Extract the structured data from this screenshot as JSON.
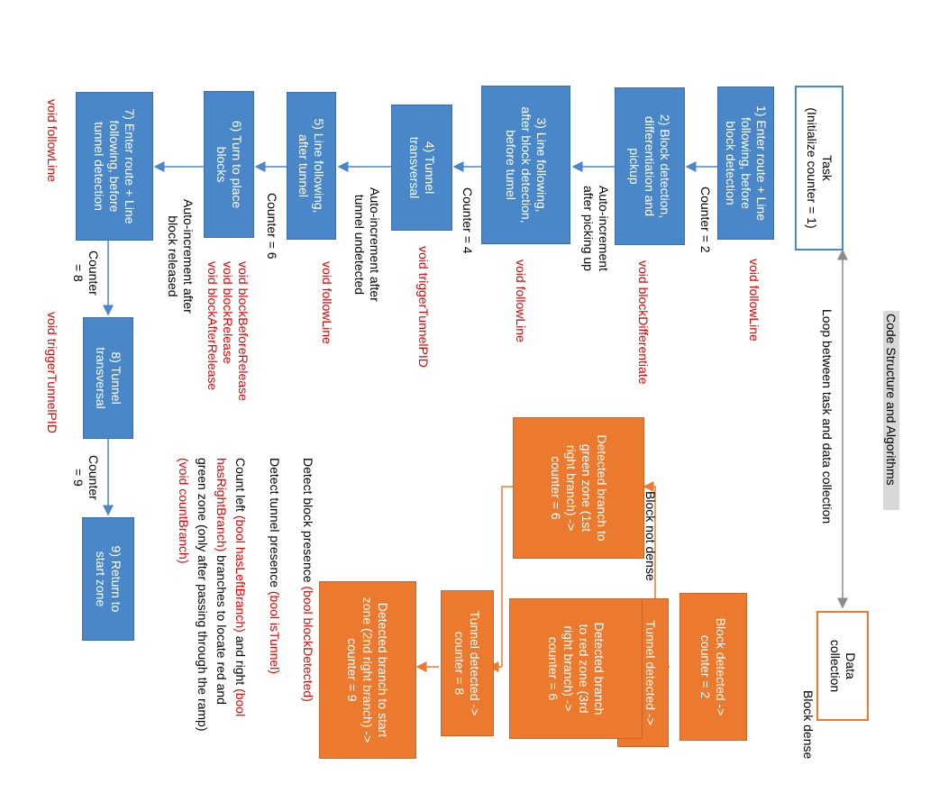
{
  "title": "Code Structure and Algorithms",
  "task_box": "Task\n(Initialize counter = 1)",
  "data_collection": "Data\ncollection",
  "loop_label": "Loop between task and data collection",
  "steps": [
    {
      "label": "1) Enter route + Line\nfollowing, before\nblock detection",
      "function": "void followLine"
    },
    {
      "label": "2) Block detection,\ndifferentiation and\npickup",
      "function": "void blockDifferentiate"
    },
    {
      "label": "3) Line following,\nafter block detection,\nbefore tumel",
      "function": "void followLine"
    },
    {
      "label": "4) Tunnel\ntransversal",
      "function": "void triggerTunnelPID"
    },
    {
      "label": "5) Line following,\nafter tunnel",
      "function": "void followLine"
    },
    {
      "label": "6) Turn to place\nblocks",
      "function": "void blockBeforeRelease\nvoid blockRelease\nvoid blockAfterRelease"
    },
    {
      "label": "7) Enter route + Line\nfollowing, before\ntunnel detection",
      "function": "void followLine"
    },
    {
      "label": "8) Tunnel\ntransversal",
      "function": "void triggerTunnelPID"
    },
    {
      "label": "9) Return to\nstart zone",
      "function": ""
    }
  ],
  "counters": {
    "c2": "Counter = 2",
    "c4": "Counter = 4",
    "c6": "Counter = 6",
    "c8": "Counter\n= 8",
    "c9": "Counter\n= 9"
  },
  "auto_increments": {
    "a1": "Auto-increment\nafter picking up",
    "a2": "Auto-increment after\ntunnel undetected",
    "a3": "Auto-increment after\nblock released"
  },
  "notes": {
    "block_presence": {
      "text": "Detect block presence",
      "code": "(bool blockDetected)"
    },
    "tunnel_presence": {
      "text": "Detect tunnel presence",
      "code": "(bool isTunnel)"
    },
    "count_branch": {
      "t1": "Count left",
      "c1": "(bool hasLeftBranch)",
      "t2": "and right",
      "c2a": "(bool",
      "c2b": "hasRightBranch)",
      "t3": "branches to locate red and",
      "t4": "green zone (only after passing through the ramp)",
      "c3": "(void countBranch)"
    }
  },
  "orange": {
    "block_detected": "Block detected ->\ncounter = 2",
    "tunnel_4": "Tunnel detected ->\ncounter = 4",
    "green_zone": "Detected branch to\ngreen zone (1st\nright branch) ->\ncounter = 6",
    "red_zone": "Detected branch\nto red zone (3rd\nright branch) ->\ncounter = 6",
    "tunnel_8": "Tunnel detected ->\ncounter = 8",
    "start_zone": "Detected branch to start\nzone (2nd right branch) ->\ncounter = 9",
    "not_dense": "Block not dense",
    "dense": "Block dense"
  }
}
